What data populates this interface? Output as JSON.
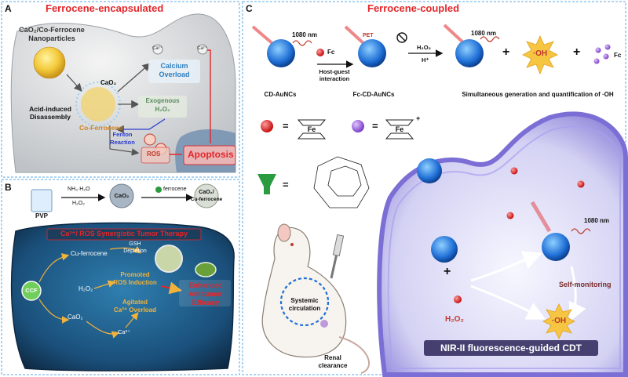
{
  "panel_a": {
    "letter": "A",
    "title": "Ferrocene-encapsulated",
    "nanoparticles_label_line1": "CaO₂/Co-Ferrocene",
    "nanoparticles_label_line2": "Nanoparticles",
    "cao2_label": "CaO₂",
    "disassembly_line1": "Acid-induced",
    "disassembly_line2": "Disassembly",
    "co_ferrocene_label": "Co-Ferrocene",
    "calcium_overload_line1": "Calcium",
    "calcium_overload_line2": "Overload",
    "exogenous_line1": "Exogenous",
    "exogenous_line2": "H₂O₂",
    "fenton_line1": "Fenton",
    "fenton_line2": "Reaction",
    "ros_label": "ROS",
    "apoptosis_label": "Apoptosis",
    "ion_label": "Ca²⁺"
  },
  "panel_b": {
    "letter": "B",
    "pvp_label": "PVP",
    "reagent_line1": "NH₃·H₂O",
    "reagent_line2": "H₂O₂",
    "cao2_label": "CaO₂",
    "ferrocene_label": "ferrocene",
    "product_line1": "CaO₂/",
    "product_line2": "Cu-ferrocene",
    "therapy_title": "Ca²⁺/ ROS Synergistic Tumor Therapy",
    "ccf_label": "CCF",
    "cu_ferrocene_label": "Cu-ferrocene",
    "gsh_line1": "GSH",
    "gsh_line2": "Depletion",
    "promoted_line1": "Promoted",
    "promoted_line2": "ROS Induction",
    "h2o2_label": "H₂O₂",
    "agitated_line1": "Agitated",
    "agitated_line2": "Ca²⁺ Overload",
    "cao2_label2": "CaO₂",
    "ca_label": "Ca²⁺",
    "enhanced_line1": "Enhanced",
    "enhanced_line2": "Antitumor",
    "enhanced_line3": "Efficacy"
  },
  "panel_c": {
    "letter": "C",
    "title": "Ferrocene-coupled",
    "nm_label_1": "1080 nm",
    "nm_label_2": "1080 nm",
    "nm_label_3": "1080 nm",
    "fc_label": "Fc",
    "fc_label_right": "Fc",
    "pet_label": "PET",
    "hg_line1": "Host-guest",
    "hg_line2": "interaction",
    "h2o2_arrow": "H₂O₂",
    "h_plus": "H⁺",
    "plus_1": "+",
    "plus_2": "+",
    "plus_3": "+",
    "oh_label": "·OH",
    "oh_label_2": "·OH",
    "cd_label": "CD-AuNCs",
    "fccd_label": "Fc-CD-AuNCs",
    "simultaneous_label": "Simultaneous generation and quantification of ·OH",
    "eq_1": "=",
    "eq_2": "=",
    "eq_3": "=",
    "fe_label": "Fe",
    "fe_label_2": "Fe",
    "fe_plus": "+",
    "systemic_line1": "Systemic",
    "systemic_line2": "circulation",
    "renal_line1": "Renal",
    "renal_line2": "clearance",
    "h2o2_cell": "H₂O₂",
    "self_monitoring": "Self-monitoring",
    "nir_title": "NIR-II fluorescence-guided CDT"
  },
  "colors": {
    "title_red": "#e3262a",
    "nanocluster_blue": "#1f6fd6",
    "cd_green": "#2a9b3e",
    "membrane_purple": "#7b6fd6",
    "dash_blue": "#5aa9e6"
  }
}
